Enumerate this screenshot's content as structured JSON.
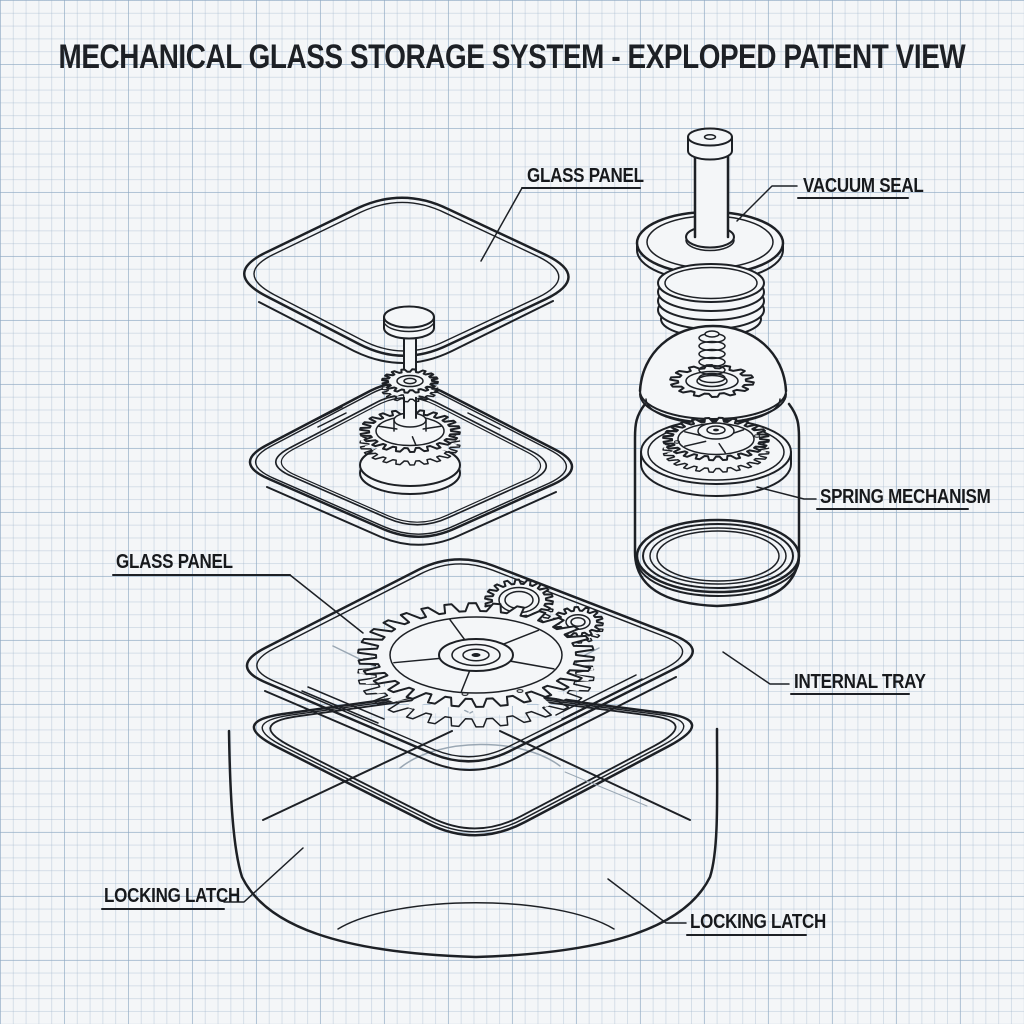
{
  "title": "MECHANICAL GLASS STORAGE SYSTEM - EXPLOPED PATENT VIEW",
  "labels": {
    "glass_panel_top": "GLASS PANEL",
    "vacuum_seal": "VACUUM SEAL",
    "spring_mechanism": "SPRING MECHANISM",
    "glass_panel_left": "GLASS PANEL",
    "internal_tray": "INTERNAL TRAY",
    "locking_latch_left": "LOCKING LATCH",
    "locking_latch_right": "LOCKING LATCH"
  },
  "colors": {
    "ink": "#1d2025",
    "paper": "#f4f6f8",
    "grid_minor": "#c5d1dd",
    "grid_major": "#b6c5d4",
    "reflection": "#9aa7b3",
    "text": "#17191c"
  }
}
